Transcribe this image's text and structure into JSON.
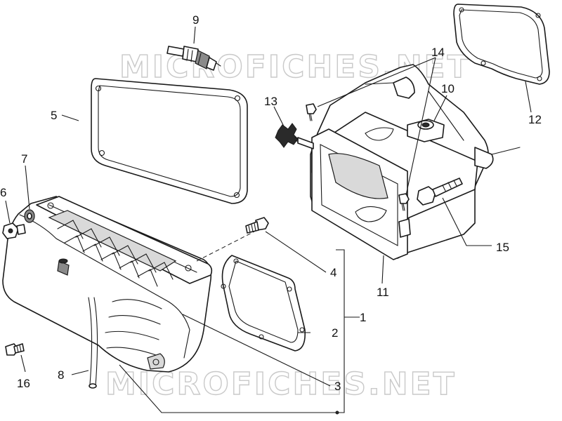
{
  "watermark": {
    "text": "MICROFICHES.NET"
  },
  "callouts": [
    {
      "id": "c1",
      "label": "1"
    },
    {
      "id": "c2",
      "label": "2"
    },
    {
      "id": "c3",
      "label": "3"
    },
    {
      "id": "c4",
      "label": "4"
    },
    {
      "id": "c5",
      "label": "5"
    },
    {
      "id": "c6",
      "label": "6"
    },
    {
      "id": "c7",
      "label": "7"
    },
    {
      "id": "c8",
      "label": "8"
    },
    {
      "id": "c9",
      "label": "9"
    },
    {
      "id": "c10",
      "label": "10"
    },
    {
      "id": "c11",
      "label": "11"
    },
    {
      "id": "c12",
      "label": "12"
    },
    {
      "id": "c13",
      "label": "13"
    },
    {
      "id": "c14",
      "label": "14"
    },
    {
      "id": "c15",
      "label": "15"
    },
    {
      "id": "c16",
      "label": "16"
    }
  ]
}
